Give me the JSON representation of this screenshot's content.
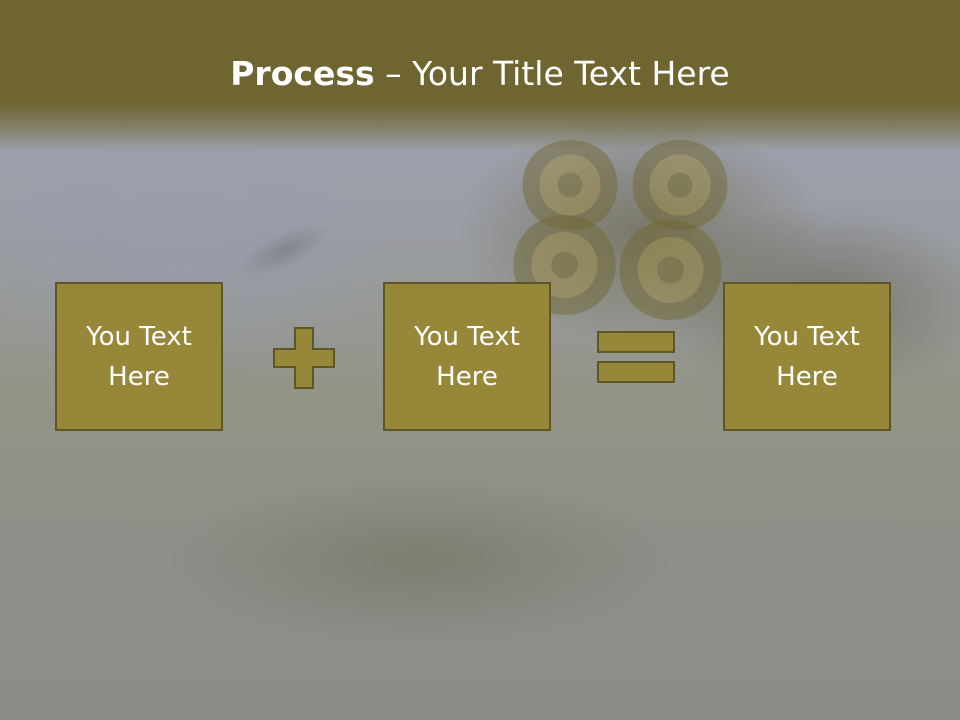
{
  "title": {
    "bold": "Process",
    "rest": " – Your Title Text Here"
  },
  "steps": [
    {
      "line1": "You Text",
      "line2": "Here"
    },
    {
      "line1": "You Text",
      "line2": "Here"
    },
    {
      "line1": "You Text",
      "line2": "Here"
    }
  ],
  "operators": [
    "plus-icon",
    "equals-icon"
  ],
  "colors": {
    "title_bar": "#6e6530",
    "box_fill": "#978839",
    "box_border": "#5f5628",
    "text": "#ffffff"
  }
}
